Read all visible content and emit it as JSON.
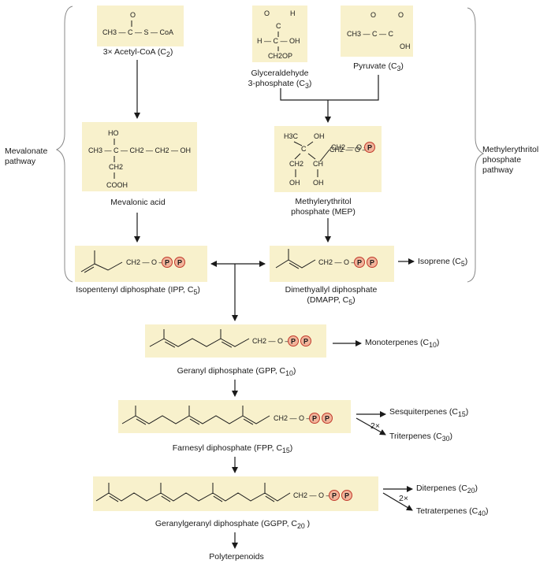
{
  "pathways": {
    "left": "Mevalonate\npathway",
    "right": "Methylerythritol\nphosphate\npathway"
  },
  "compounds": {
    "acetyl_coa": {
      "label": "3× Acetyl-CoA (C",
      "sub": "2",
      "tail": ")"
    },
    "g3p": {
      "line1": "Glyceraldehyde",
      "line2": "3-phosphate (C",
      "sub": "3",
      "tail": ")"
    },
    "pyruvate": {
      "label": "Pyruvate (C",
      "sub": "3",
      "tail": ")"
    },
    "mevalonic": {
      "label": "Mevalonic acid"
    },
    "mep": {
      "line1": "Methylerythritol",
      "line2": "phosphate (MEP)"
    },
    "ipp": {
      "label": "Isopentenyl diphosphate (IPP, C",
      "sub": "5",
      "tail": ")"
    },
    "dmapp": {
      "line1": "Dimethyallyl diphosphate",
      "line2": "(DMAPP, C",
      "sub": "5",
      "tail": ")"
    },
    "gpp": {
      "label": "Geranyl diphosphate (GPP, C",
      "sub": "10",
      "tail": ")"
    },
    "fpp": {
      "label": "Farnesyl diphosphate (FPP, C",
      "sub": "15",
      "tail": ")"
    },
    "ggpp": {
      "label": "Geranylgeranyl diphosphate (GGPP, C",
      "sub": "20",
      "tail": " )"
    },
    "poly": {
      "label": "Polyterpenoids"
    }
  },
  "products": {
    "isoprene": {
      "label": "Isoprene (C",
      "sub": "5",
      "tail": ")"
    },
    "mono": {
      "label": "Monoterpenes (C",
      "sub": "10",
      "tail": ")"
    },
    "sesqui": {
      "label": "Sesquiterpenes (C",
      "sub": "15",
      "tail": ")"
    },
    "tri": {
      "label": "Triterpenes (C",
      "sub": "30",
      "tail": ")"
    },
    "di": {
      "label": "Diterpenes (C",
      "sub": "20",
      "tail": ")"
    },
    "tetra": {
      "label": "Tetraterpenes (C",
      "sub": "40",
      "tail": ")"
    },
    "twox": "2×"
  },
  "structures": {
    "acetyl_coa": [
      "O",
      "CH3 — C — S — CoA"
    ],
    "g3p": [
      "O",
      "H",
      "C",
      "H — C — OH",
      "CH2OP"
    ],
    "pyruvate": [
      "O",
      "O",
      "CH3 — C — C",
      "OH"
    ],
    "mevalonic": [
      "HO",
      "CH3 — C — CH2 — CH2 — OH",
      "CH2",
      "COOH"
    ],
    "mep": [
      "H3C",
      "OH",
      "C",
      "CH2 — O —",
      "CH2",
      "CH",
      "OH",
      "OH"
    ],
    "tail": "CH2 — O —",
    "phosphate": "P"
  },
  "colors": {
    "box": "#f8f1cc",
    "phosphate_fill": "#f2b49a",
    "phosphate_stroke": "#c0392b",
    "line": "#1a1a1a"
  }
}
